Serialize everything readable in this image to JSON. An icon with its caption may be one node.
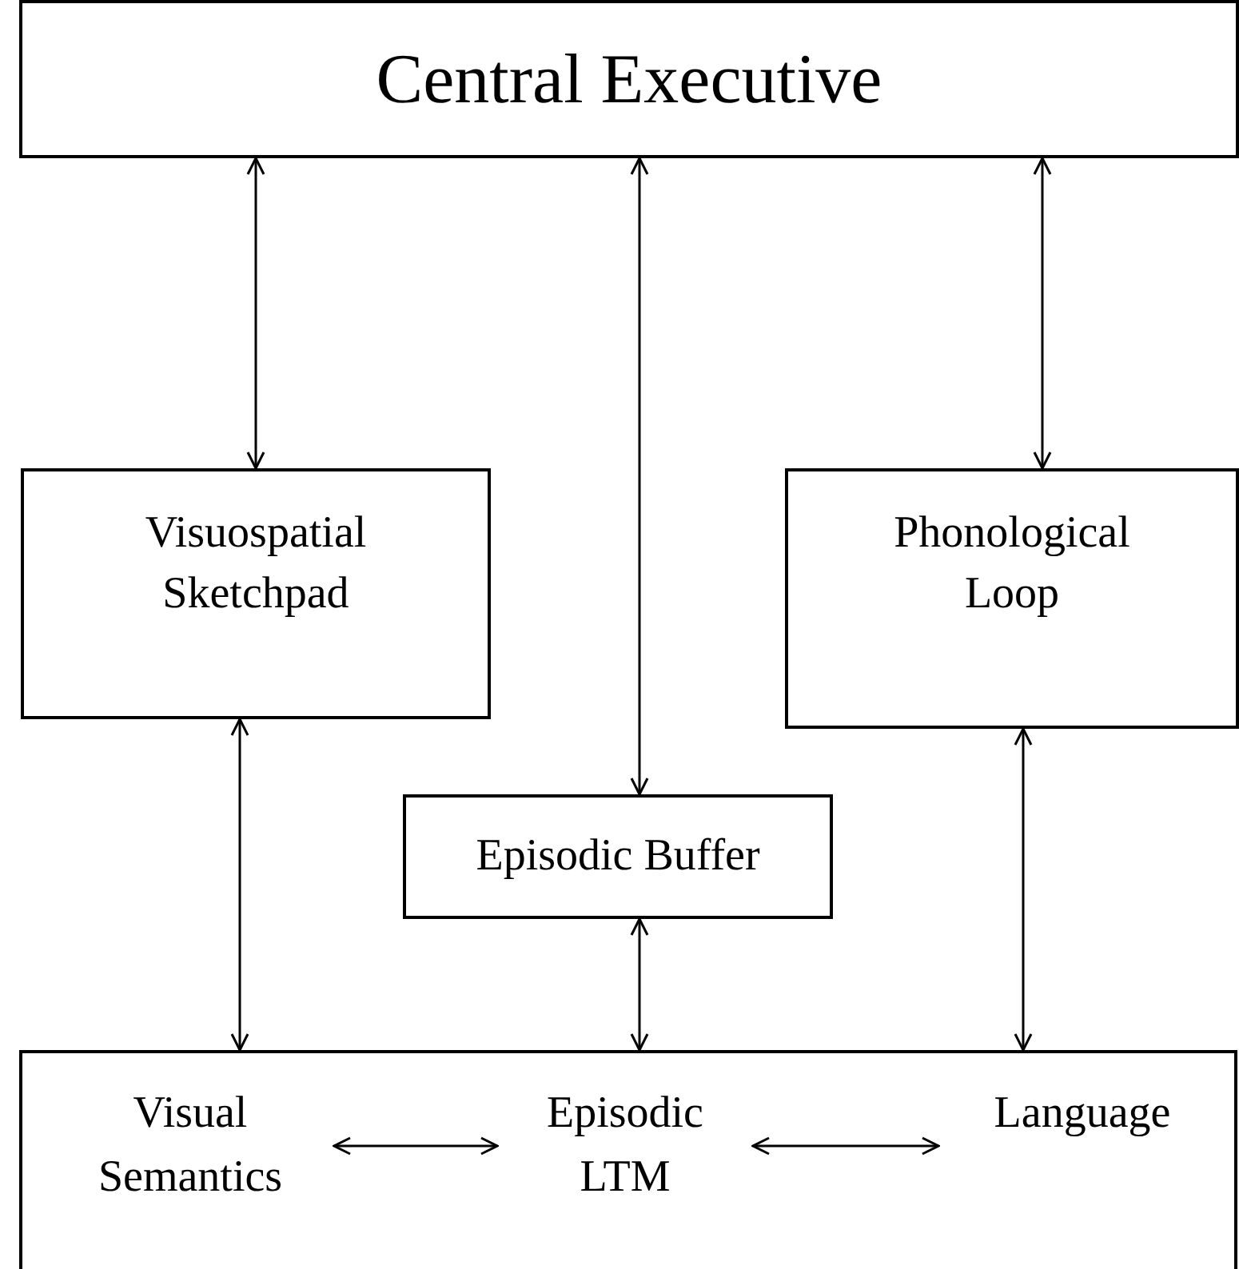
{
  "diagram": {
    "nodes": [
      {
        "text": [
          "Central Executive"
        ]
      },
      {
        "text": [
          "Visuospatial Sketchpad"
        ]
      },
      {
        "text": [
          "Phonological Loop"
        ]
      },
      {
        "text": [
          "Episodic Buffer"
        ]
      },
      {
        "text": [],
        "shape": "box"
      },
      {
        "text": [
          "Visual Semantics"
        ],
        "in": 4
      },
      {
        "text": [
          "Episodic LTM"
        ],
        "in": 4
      },
      {
        "text": [
          "Language"
        ],
        "in": 4
      }
    ],
    "edges": [
      {
        "from": 0,
        "to": 1,
        "arrow": "both"
      },
      {
        "from": 0,
        "to": 3,
        "arrow": "both"
      },
      {
        "from": 0,
        "to": 2,
        "arrow": "both"
      },
      {
        "from": 1,
        "to": 4,
        "arrow": "both"
      },
      {
        "from": 3,
        "to": 4,
        "arrow": "both"
      },
      {
        "from": 2,
        "to": 4,
        "arrow": "both"
      },
      {
        "from": 5,
        "to": 6,
        "arrow": "both"
      },
      {
        "from": 6,
        "to": 7,
        "arrow": "both"
      }
    ]
  }
}
